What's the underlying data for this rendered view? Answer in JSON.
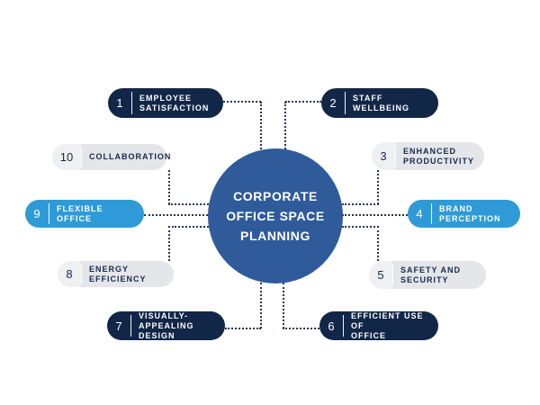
{
  "center": {
    "title": "CORPORATE\nOFFICE SPACE\nPLANNING"
  },
  "items": [
    {
      "number": "1",
      "label": "EMPLOYEE\nSATISFACTION",
      "style": "dark"
    },
    {
      "number": "2",
      "label": "STAFF WELLBEING",
      "style": "dark"
    },
    {
      "number": "3",
      "label": "ENHANCED\nPRODUCTIVITY",
      "style": "gray"
    },
    {
      "number": "4",
      "label": "BRAND\nPERCEPTION",
      "style": "blue"
    },
    {
      "number": "5",
      "label": "SAFETY AND\nSECURITY",
      "style": "gray"
    },
    {
      "number": "6",
      "label": "EFFICIENT USE OF\nOFFICE",
      "style": "dark"
    },
    {
      "number": "7",
      "label": "VISUALLY-\nAPPEALING DESIGN",
      "style": "dark"
    },
    {
      "number": "8",
      "label": "ENERGY EFFICIENCY",
      "style": "gray"
    },
    {
      "number": "9",
      "label": "FLEXIBLE OFFICE",
      "style": "blue"
    },
    {
      "number": "10",
      "label": "COLLABORATION",
      "style": "gray"
    }
  ],
  "colors": {
    "navy": "#122648",
    "bright_blue": "#2E9BD8",
    "circle_blue": "#2F5B9B",
    "pill_gray": "#E4E6E9",
    "connector_dot": "#26365A",
    "background": "#FFFFFF"
  }
}
